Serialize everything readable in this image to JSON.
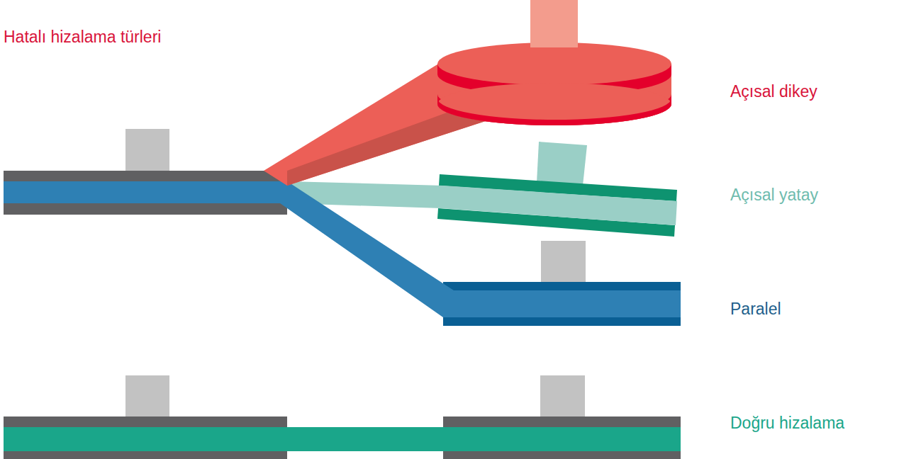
{
  "diagram": {
    "title": "Hatalı hizalama türleri",
    "labels": [
      "Açısal dikey",
      "Açısal yatay",
      "Paralel",
      "Doğru hizalama"
    ]
  }
}
